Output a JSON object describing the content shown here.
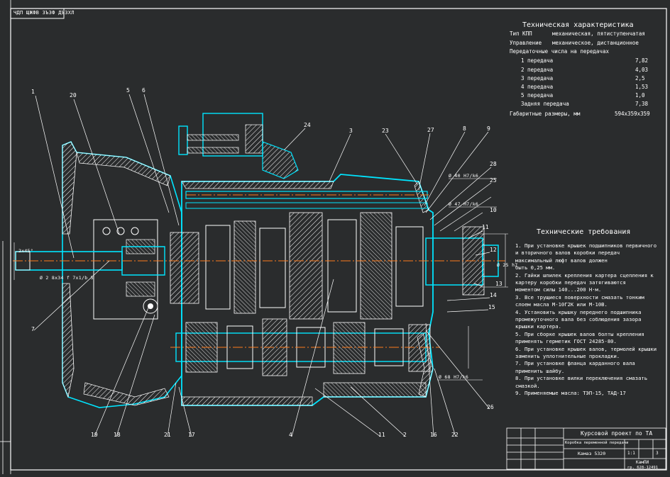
{
  "corner_label": "ЧДП ЩЖФВ ЗЪЗФ ДЪЗХЛ",
  "specs": {
    "title": "Техническая характеристика",
    "rows": [
      {
        "label": "Тип КПП",
        "value": "механическая, пятиступенчатая"
      },
      {
        "label": "Управление",
        "value": "механическое, дистанционное"
      },
      {
        "label": "Передаточные числа на передачах",
        "value": ""
      }
    ],
    "ratios": [
      {
        "gear": "1 передача",
        "value": "7,82"
      },
      {
        "gear": "2 передача",
        "value": "4,03"
      },
      {
        "gear": "3 передача",
        "value": "2,5"
      },
      {
        "gear": "4 передача",
        "value": "1,53"
      },
      {
        "gear": "5 передача",
        "value": "1,0"
      },
      {
        "gear": "Задняя передача",
        "value": "7,38"
      }
    ],
    "dims_label": "Габаритные размеры, мм",
    "dims_value": "594х359х359"
  },
  "requirements": {
    "title": "Технические требования",
    "lines": [
      "1. При установке крышек подшипников первичного",
      "  и вторичного валов коробки передач",
      "  максимальный люфт валов должен",
      "  быть 0,25 мм.",
      "2. Гайки шпилек крепления картера сцепления к",
      "  картеру коробки передач затягиваются",
      "  моментом силы 140...200 Н·м.",
      "3. Все трущиеся поверхности смазать тонким",
      "  слоем масла М-10Г2К или М-10В.",
      "4. Установить крышку переднего подшипника",
      "  промежуточного вала без соблюдения зазора",
      "  крышки картера.",
      "5. При сборке крышек валов болты крепления",
      "  применять герметик ГОСТ 24285-80.",
      "6. При установке крышек валов, термолей крышки",
      "  заменить уплотнительные прокладки.",
      "7. При установке фланца карданного вала",
      "  применить шайбу.",
      "8. При установке вилки переключения смазать",
      "  смазкой.",
      "9. Применяемые масла: ТЭП-15, ТАД-17"
    ]
  },
  "callouts": {
    "c1": "1",
    "c20": "20",
    "c5": "5",
    "c6": "6",
    "c24": "24",
    "c3": "3",
    "c23": "23",
    "c27": "27",
    "c8": "8",
    "c9": "9",
    "c28": "28",
    "c25": "25",
    "c10": "10",
    "c11": "11",
    "c12": "12",
    "c13": "13",
    "c14": "14",
    "c15": "15",
    "c7": "7",
    "c19": "19",
    "c18": "18",
    "c21": "21",
    "c17": "17",
    "c4": "4",
    "c2": "2",
    "c16": "16",
    "c22": "22",
    "c26": "26",
    "c11b": "11"
  },
  "dims": {
    "d1": "Ø 40 H7/k6",
    "d2": "Ø 47 H7/k6",
    "d3": "Ø 2 8x34 f 7x1/b 5",
    "d4": "Ø 68 H7/k6",
    "d5": "Ø 25 h7",
    "d6": "2x45°"
  },
  "title_block": {
    "project": "Курсовой проект по ТА",
    "subtitle": "Коробка переменной передачи",
    "drawing_no": "Камаз 5320",
    "scale_label": "1:1",
    "sheet": "3",
    "org1": "КамПИ",
    "org2": "гр. 628-12491"
  },
  "colors": {
    "background": "#2a2c2d",
    "frame": "#ffffff",
    "outline": "#00e5ff",
    "hatch": "#ffffff",
    "centerline": "#ff7a1a"
  }
}
